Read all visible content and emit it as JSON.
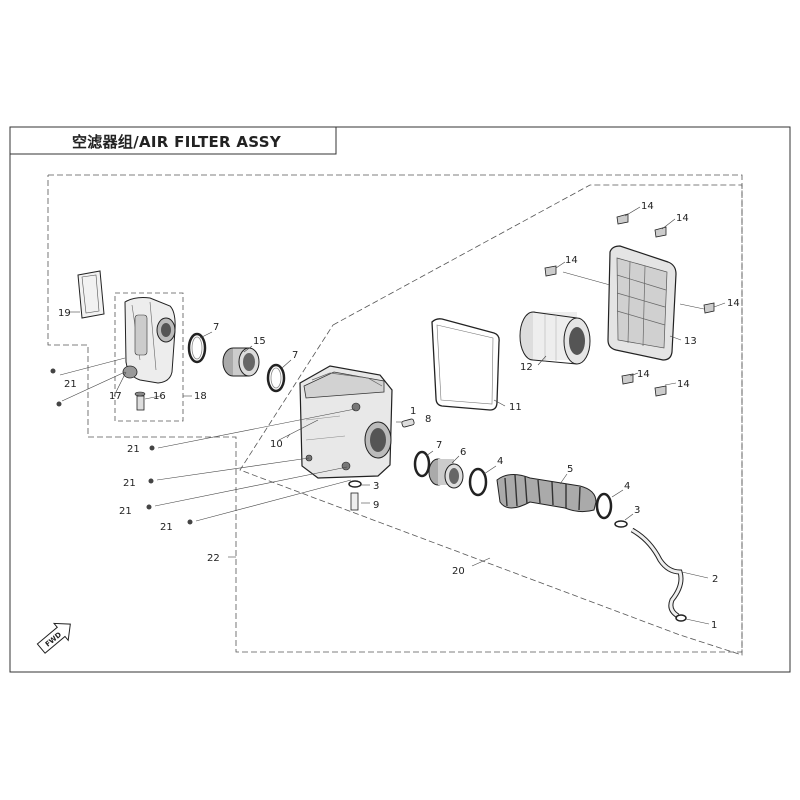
{
  "title": "空滤器组/AIR FILTER ASSY",
  "fwd_label": "FWD",
  "callouts": [
    {
      "id": "c1a",
      "label": "1"
    },
    {
      "id": "c1b",
      "label": "1"
    },
    {
      "id": "c2",
      "label": "2"
    },
    {
      "id": "c3a",
      "label": "3"
    },
    {
      "id": "c3b",
      "label": "3"
    },
    {
      "id": "c4a",
      "label": "4"
    },
    {
      "id": "c4b",
      "label": "4"
    },
    {
      "id": "c5",
      "label": "5"
    },
    {
      "id": "c6",
      "label": "6"
    },
    {
      "id": "c7a",
      "label": "7"
    },
    {
      "id": "c7b",
      "label": "7"
    },
    {
      "id": "c7c",
      "label": "7"
    },
    {
      "id": "c8",
      "label": "8"
    },
    {
      "id": "c9",
      "label": "9"
    },
    {
      "id": "c10",
      "label": "10"
    },
    {
      "id": "c11",
      "label": "11"
    },
    {
      "id": "c12",
      "label": "12"
    },
    {
      "id": "c13",
      "label": "13"
    },
    {
      "id": "c14a",
      "label": "14"
    },
    {
      "id": "c14b",
      "label": "14"
    },
    {
      "id": "c14c",
      "label": "14"
    },
    {
      "id": "c14d",
      "label": "14"
    },
    {
      "id": "c14e",
      "label": "14"
    },
    {
      "id": "c14f",
      "label": "14"
    },
    {
      "id": "c15",
      "label": "15"
    },
    {
      "id": "c16",
      "label": "16"
    },
    {
      "id": "c17",
      "label": "17"
    },
    {
      "id": "c18",
      "label": "18"
    },
    {
      "id": "c19",
      "label": "19"
    },
    {
      "id": "c20",
      "label": "20"
    },
    {
      "id": "c21a",
      "label": "21"
    },
    {
      "id": "c21b",
      "label": "21"
    },
    {
      "id": "c21c",
      "label": "21"
    },
    {
      "id": "c21d",
      "label": "21"
    },
    {
      "id": "c21e",
      "label": "21"
    },
    {
      "id": "c22",
      "label": "22"
    }
  ]
}
